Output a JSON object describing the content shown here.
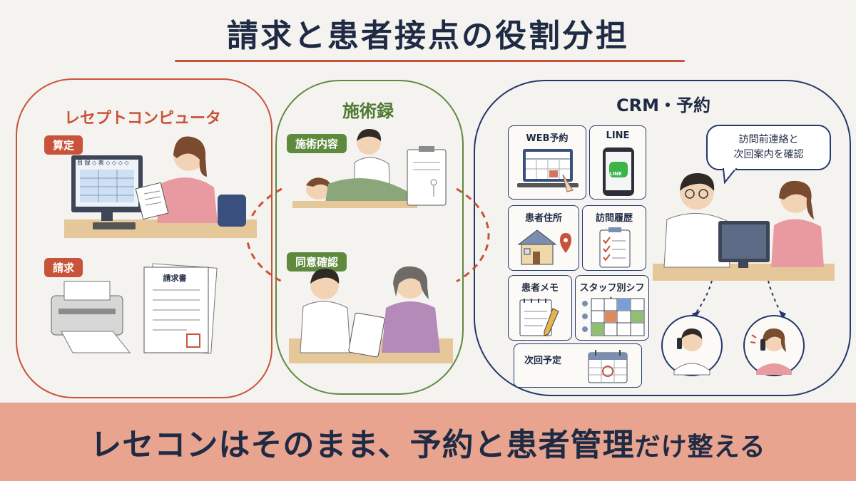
{
  "title": "請求と患者接点の役割分担",
  "left": {
    "title": "レセプトコンピュータ",
    "tags": {
      "calc": "算定",
      "billing": "請求"
    },
    "screen_header": "目 録 ◇ 表 ◇ ◇ ◇ ◇",
    "invoice_title": "請求書"
  },
  "middle": {
    "title": "施術録",
    "tags": {
      "treatment": "施術内容",
      "consent": "同意確認"
    }
  },
  "right": {
    "title": "CRM・予約",
    "bubble_lines": [
      "訪問前連絡と",
      "次回案内を確認"
    ],
    "cards": {
      "web_booking": "WEB予約",
      "line": "LINE",
      "line_logo": "LINE",
      "address": "患者住所",
      "visit_history": "訪問履歴",
      "memo": "患者メモ",
      "shift": "スタッフ別シフト",
      "next_plan": "次回予定"
    }
  },
  "slogan": {
    "main": "レセコンはそのまま、予約と患者管理",
    "tail": "だけ整える"
  },
  "colors": {
    "navy": "#1f2a44",
    "accent_red": "#c9533a",
    "accent_green": "#5e8a3e",
    "crm_blue": "#23386b",
    "band": "#e8a48f"
  }
}
